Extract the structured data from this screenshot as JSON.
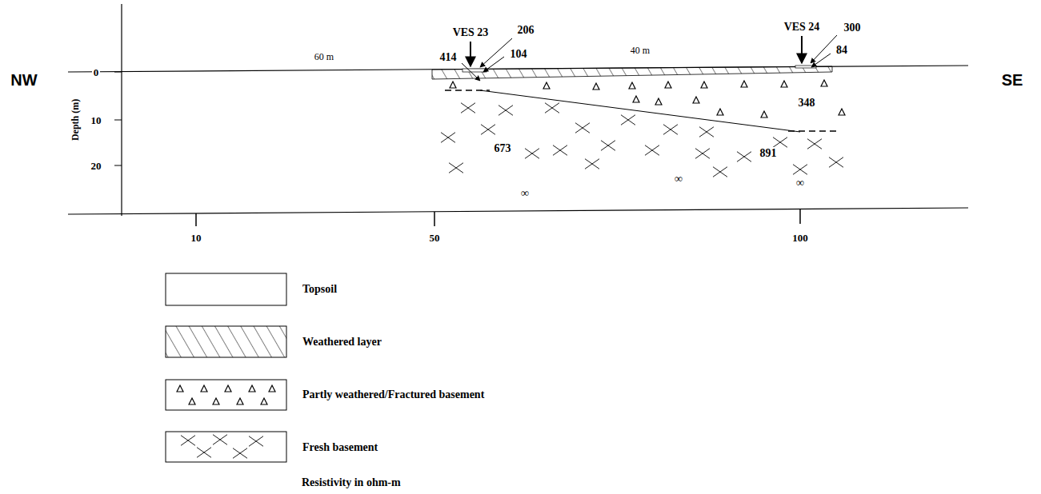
{
  "diagram": {
    "labels": [
      "NW",
      "SE",
      "Depth (m)",
      "0",
      "10",
      "20",
      "10",
      "50",
      "100",
      "60 m",
      "40 m",
      "VES 23",
      "VES 24",
      "206",
      "104",
      "414",
      "300",
      "84",
      "348",
      "673",
      "891",
      "∞",
      "∞",
      "∞",
      "Resistivity in ohm-m"
    ],
    "legend": [
      {
        "text": "Topsoil"
      },
      {
        "text": "Weathered layer"
      },
      {
        "text": "Partly weathered/Fractured basement"
      },
      {
        "text": "Fresh basement"
      }
    ]
  }
}
